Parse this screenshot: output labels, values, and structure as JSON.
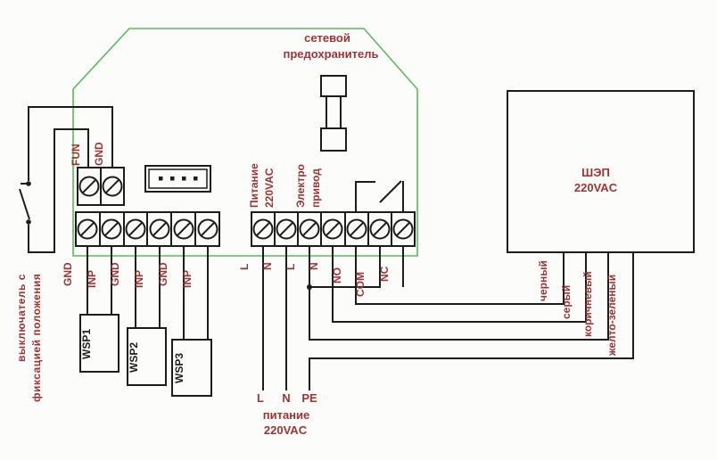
{
  "colors": {
    "outline_green": "#5cb85c",
    "label_red": "#9c3434",
    "line_ink": "#1c1c1c",
    "bg": "#fcfcfa"
  },
  "controller": {
    "fuse_label": [
      "сетевой",
      "предохранитель"
    ],
    "top_terminals": [
      "FUN",
      "GND"
    ],
    "sensor_terminals": [
      "GND",
      "INP",
      "GND",
      "INP",
      "GND",
      "INP"
    ],
    "power_terminals": [
      "L",
      "N",
      "L",
      "N",
      "NO",
      "COM",
      "NC"
    ],
    "power_group": [
      "Питание",
      "220VAC"
    ],
    "drive_group": [
      "Электро",
      "привод"
    ]
  },
  "external": {
    "switch_label": [
      "выключатель с",
      "фиксацией положения"
    ],
    "sensors": [
      "WSP1",
      "WSP2",
      "WSP3"
    ],
    "mains": {
      "terminals": [
        "L",
        "N",
        "PE"
      ],
      "caption": [
        "питание",
        "220VAC"
      ]
    },
    "actuator": [
      "ШЭП",
      "220VAC"
    ],
    "wire_colors": [
      "черный",
      "серый",
      "коричневый",
      "желто-зеленый"
    ]
  }
}
